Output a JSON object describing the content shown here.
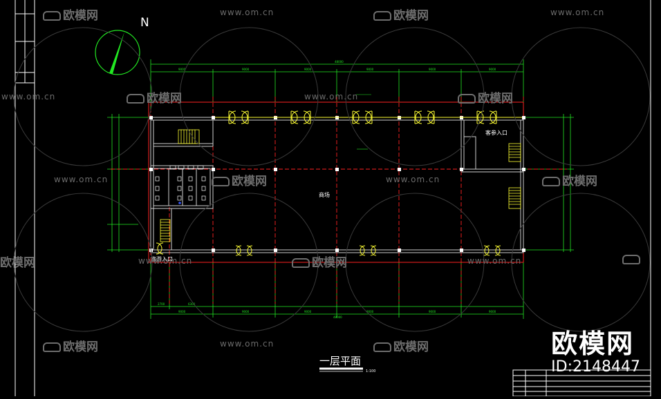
{
  "drawing": {
    "north_label": "N",
    "title": "一层平面",
    "scale": "1:100",
    "room_label": "商场",
    "entrance_left": "旅游入口",
    "entrance_right": "客参入口",
    "tiny_label_top": "",
    "tiny_label_mid": ""
  },
  "watermark": {
    "site": "www.om.cn",
    "logo": "欧模网",
    "brand": "欧模网",
    "id": "ID:2148447"
  },
  "colors": {
    "green": "#22e822",
    "red": "#ff2222",
    "yellow": "#ffff33",
    "white": "#ffffff",
    "gray": "#bdbdbd"
  }
}
